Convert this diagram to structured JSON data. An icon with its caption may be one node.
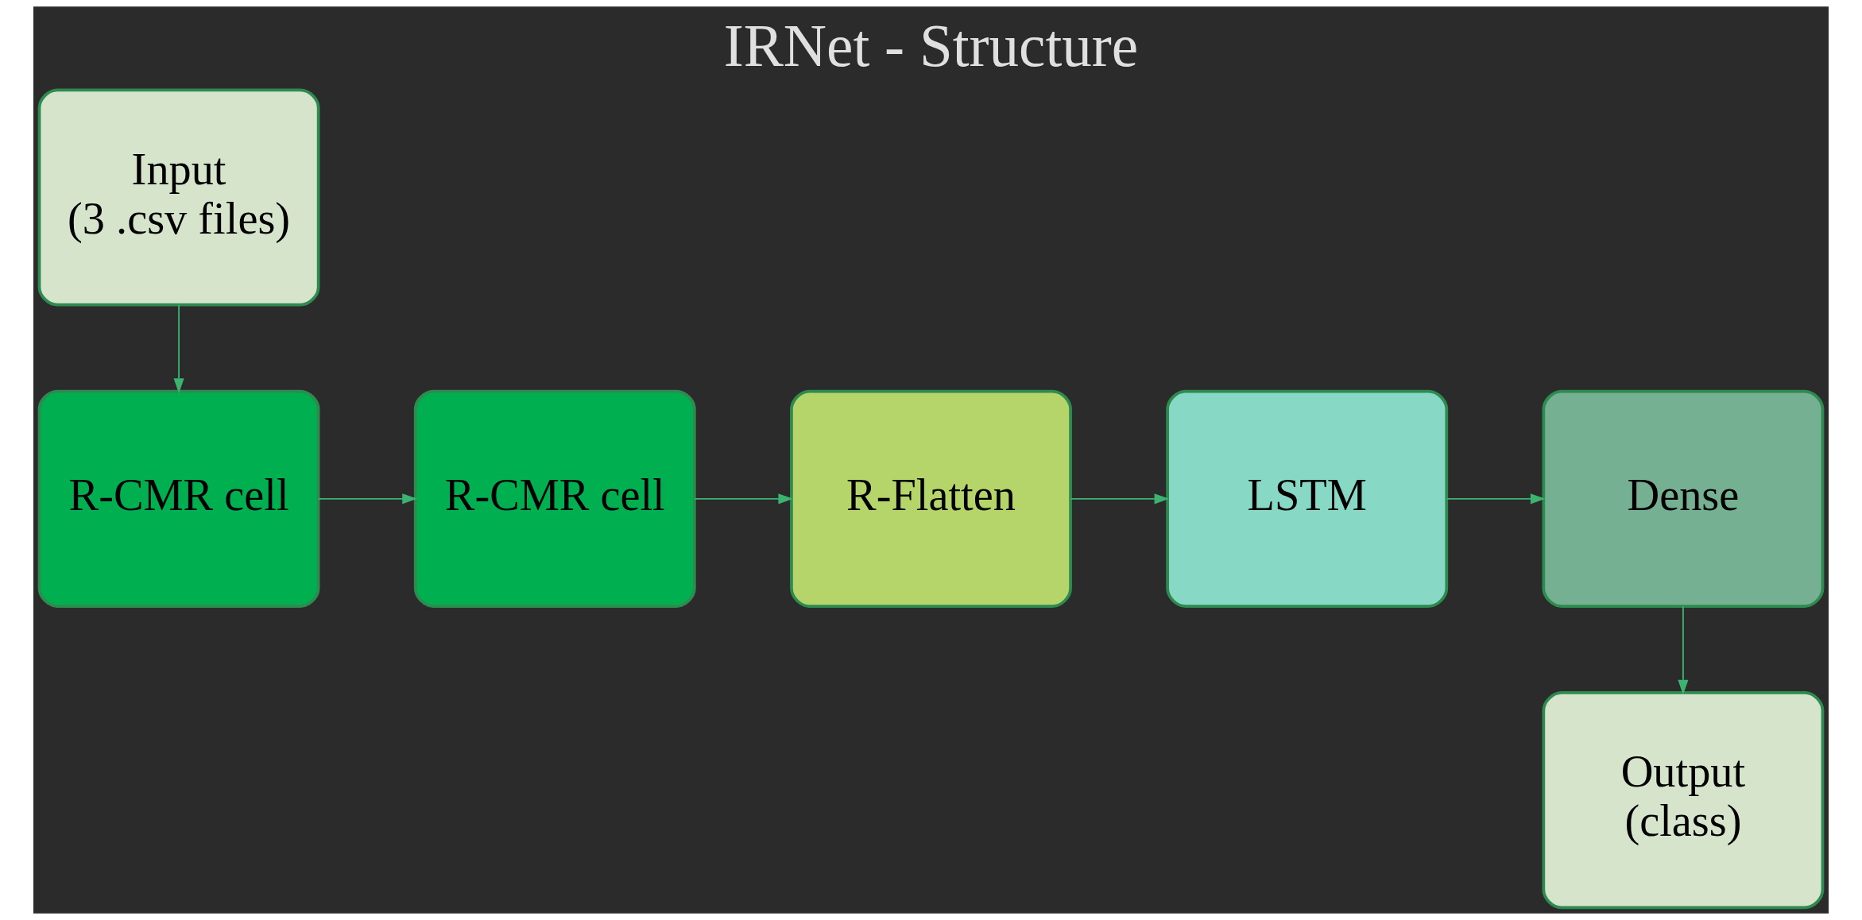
{
  "diagram": {
    "title": "IRNet - Structure",
    "nodes": [
      {
        "text": [
          "Input",
          "(3 .csv files)"
        ]
      },
      {
        "text": [
          "R-CMR cell"
        ]
      },
      {
        "text": [
          "R-CMR cell"
        ]
      },
      {
        "text": [
          "R-Flatten"
        ]
      },
      {
        "text": [
          "LSTM"
        ]
      },
      {
        "text": [
          "Dense"
        ]
      },
      {
        "text": [
          "Output",
          "(class)"
        ]
      }
    ],
    "edges": [
      {
        "from": 0,
        "to": 1,
        "arrow": "to"
      },
      {
        "from": 1,
        "to": 2,
        "arrow": "to"
      },
      {
        "from": 2,
        "to": 3,
        "arrow": "to"
      },
      {
        "from": 3,
        "to": 4,
        "arrow": "to"
      },
      {
        "from": 4,
        "to": 5,
        "arrow": "to"
      },
      {
        "from": 5,
        "to": 6,
        "arrow": "to"
      }
    ]
  }
}
